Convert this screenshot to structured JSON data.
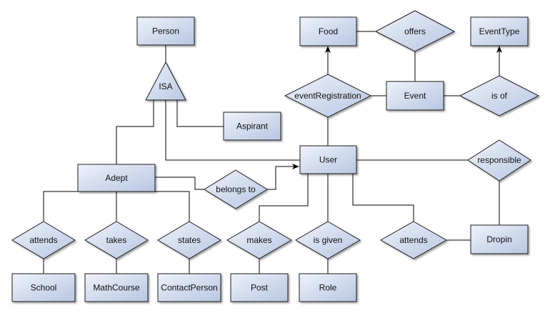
{
  "diagram": {
    "entities": {
      "person": "Person",
      "food": "Food",
      "eventtype": "EventType",
      "event": "Event",
      "aspirant": "Aspirant",
      "user": "User",
      "adept": "Adept",
      "dropin": "Dropin",
      "school": "School",
      "mathcourse": "MathCourse",
      "contactperson": "ContactPerson",
      "post": "Post",
      "role": "Role"
    },
    "relationships": {
      "offers": "offers",
      "event_registration": "eventRegistration",
      "is_of": "is of",
      "responsible": "responsible",
      "belongs_to": "belongs to",
      "attends_adept": "attends",
      "takes": "takes",
      "states": "states",
      "makes": "makes",
      "is_given": "is given",
      "attends_user": "attends"
    },
    "isa": "ISA"
  }
}
